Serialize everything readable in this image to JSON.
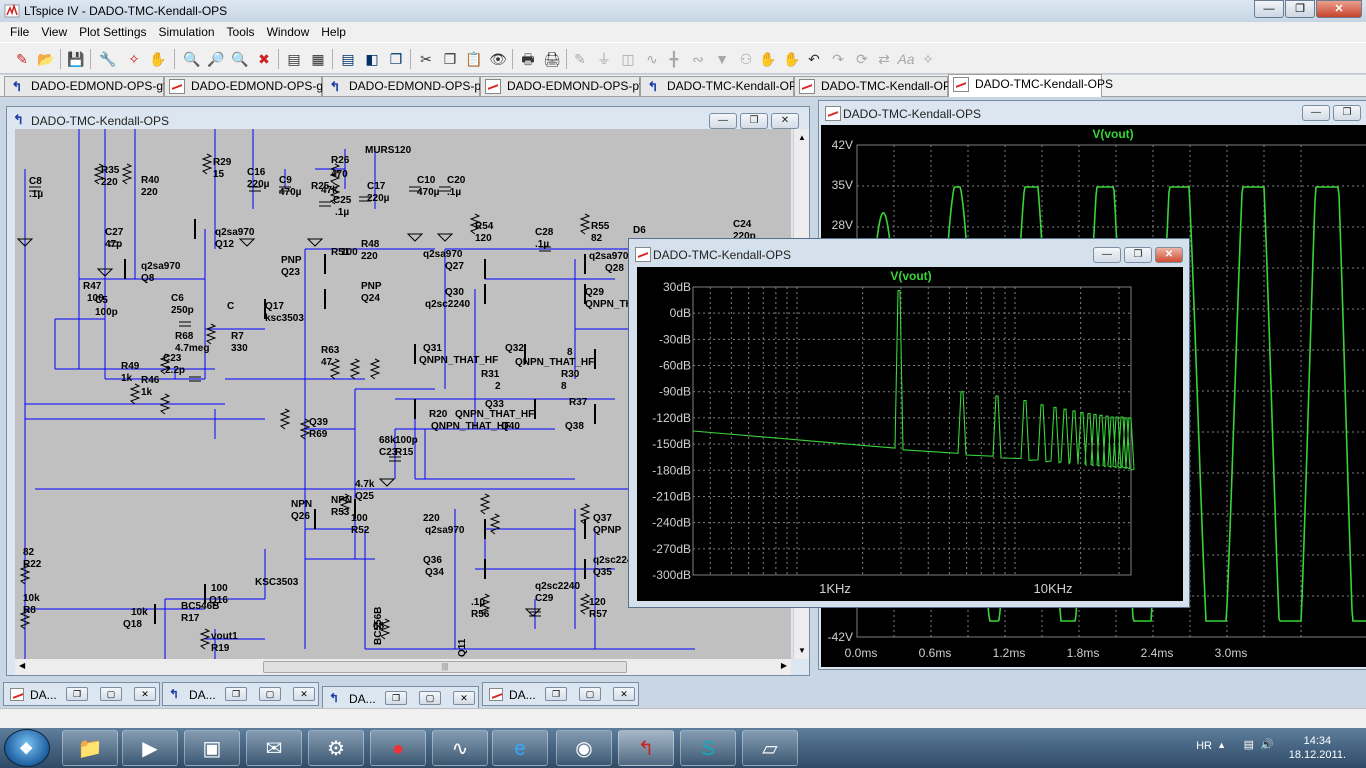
{
  "app": {
    "title": "LTspice IV - DADO-TMC-Kendall-OPS"
  },
  "menu": [
    "File",
    "View",
    "Plot Settings",
    "Simulation",
    "Tools",
    "Window",
    "Help"
  ],
  "tabs": [
    {
      "label": "DADO-EDMOND-OPS-gfb",
      "kind": "schematic"
    },
    {
      "label": "DADO-EDMOND-OPS-gfb",
      "kind": "waveform"
    },
    {
      "label": "DADO-EDMOND-OPS-pfb",
      "kind": "schematic"
    },
    {
      "label": "DADO-EDMOND-OPS-pfb",
      "kind": "waveform"
    },
    {
      "label": "DADO-TMC-Kendall-OPS",
      "kind": "schematic"
    },
    {
      "label": "DADO-TMC-Kendall-OPS",
      "kind": "waveform"
    },
    {
      "label": "DADO-TMC-Kendall-OPS",
      "kind": "waveform"
    }
  ],
  "schematic_window": {
    "title": "DADO-TMC-Kendall-OPS",
    "labels": [
      "C8",
      ".1µ",
      "R35",
      "220",
      "R40",
      "220",
      "R29",
      "15",
      "C16",
      "220µ",
      "C9",
      "470µ",
      "R26",
      "470",
      "R25",
      "47k",
      "C25",
      ".1µ",
      "C17",
      "220µ",
      "MURS120",
      "C10",
      "470µ",
      "C20",
      ".1µ",
      "C27",
      "47p",
      "q2sa970",
      "Q12",
      "q2sa970",
      "Q8",
      "R47",
      "100",
      "C5",
      "100p",
      "C6",
      "250p",
      "C",
      "Q17",
      "ksc3503",
      "R68",
      "4.7meg",
      "C23",
      "2.2p",
      "R7",
      "330",
      "R49",
      "1k",
      "R46",
      "1k",
      "R54",
      "120",
      "C28",
      ".1µ",
      "R55",
      "82",
      "C24",
      "220p",
      "PNP",
      "Q23",
      "R51",
      "100",
      "R48",
      "220",
      "PNP",
      "Q24",
      "q2sa970",
      "Q27",
      "q2sa970",
      "Q28",
      "Q30",
      "q2sc2240",
      "Q29",
      "QNPN_THAT",
      "Q31",
      "QNPN_THAT_HF",
      "Q32",
      "QNPN_THAT_HF",
      "R63",
      "47",
      "R31",
      "2",
      "R30",
      "8",
      "R37",
      "8",
      "Q33",
      "R20",
      "QNPN_THAT_HF",
      "QNPN_THAT_HF",
      "Q40",
      "Q38",
      "Q39",
      "R69",
      "68k",
      "C23",
      "100p",
      "R15",
      "4.7k",
      "Q25",
      "NPN",
      "Q26",
      "NPN",
      "R53",
      "100",
      "R52",
      "220",
      "q2sa970",
      "Q37",
      "QPNP",
      "Q36",
      "Q34",
      "q2sc2240",
      "Q35",
      "q2sc2240",
      "C29",
      ".1µ",
      "R56",
      "120",
      "R57",
      "82",
      "R22",
      "10k",
      "R8",
      "10k",
      "Q18",
      "BC546B",
      "R17",
      "100",
      "Q16",
      "KSC3503",
      "vout1",
      "R19",
      "68",
      "BC556B",
      "Q11",
      "D6"
    ]
  },
  "wave_window_large": {
    "title": "DADO-TMC-Kendall-OPS",
    "trace": "V(vout)",
    "y_ticks": [
      "42V",
      "35V",
      "28V",
      "-42V"
    ],
    "x_ticks": [
      "0.0ms",
      "0.6ms",
      "1.2ms",
      "1.8ms",
      "2.4ms",
      "3.0ms"
    ]
  },
  "fft_window": {
    "title": "DADO-TMC-Kendall-OPS",
    "trace": "V(vout)",
    "y_ticks": [
      "30dB",
      "0dB",
      "-30dB",
      "-60dB",
      "-90dB",
      "-120dB",
      "-150dB",
      "-180dB",
      "-210dB",
      "-240dB",
      "-270dB",
      "-300dB"
    ],
    "x_ticks": [
      "1KHz",
      "10KHz"
    ]
  },
  "min_windows": [
    {
      "label": "DA...",
      "kind": "waveform"
    },
    {
      "label": "DA...",
      "kind": "schematic"
    },
    {
      "label": "DA...",
      "kind": "schematic"
    },
    {
      "label": "DA...",
      "kind": "waveform"
    }
  ],
  "taskbar": {
    "tray_lang": "HR",
    "time": "14:34",
    "date": "18.12.2011."
  },
  "colors": {
    "trace": "#39d439",
    "grid": "#808080",
    "wire": "#0000ff",
    "component": "#000000"
  }
}
